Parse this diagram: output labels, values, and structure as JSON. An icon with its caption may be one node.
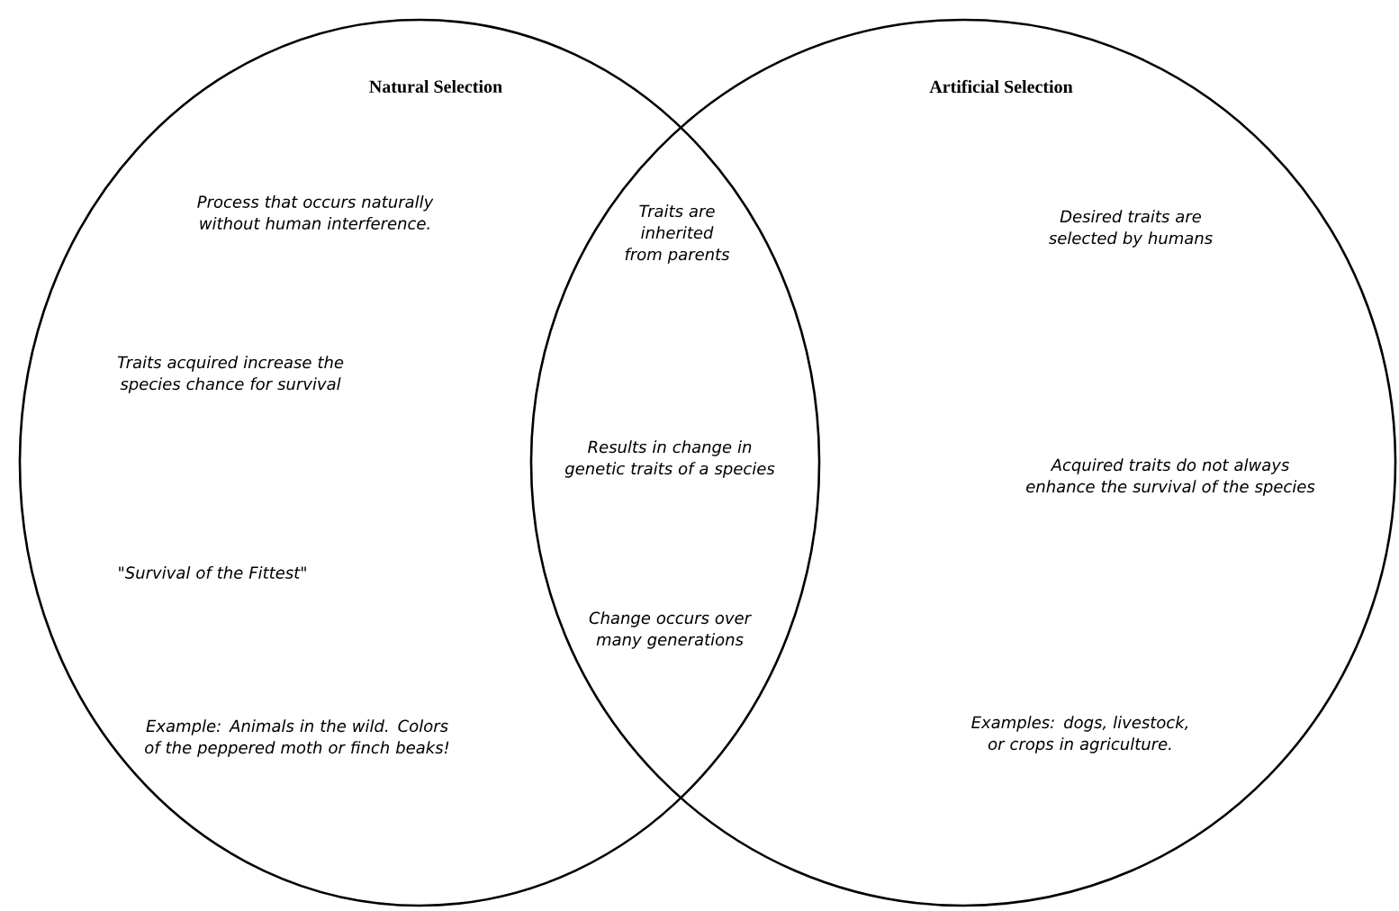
{
  "diagram": {
    "nodes": [
      {
        "text": [
          "Natural Selection"
        ]
      },
      {
        "text": [
          "Artificial Selection"
        ]
      }
    ],
    "labels": [
      "Process that occurs naturally without human interference.",
      "Traits are inherited from parents",
      "Desired traits are selected by humans",
      "Traits acquired increase the species chance for survival",
      "Results in change in genetic traits of a species",
      "Acquired traits do not always enhance the survival of the species",
      "\"Survival of the Fittest\"",
      "Change occurs over many generations",
      "Example: Animals in the wild. Colors of the peppered moth or finch beaks!",
      "Examples: dogs, livestock, or crops in agriculture."
    ]
  }
}
